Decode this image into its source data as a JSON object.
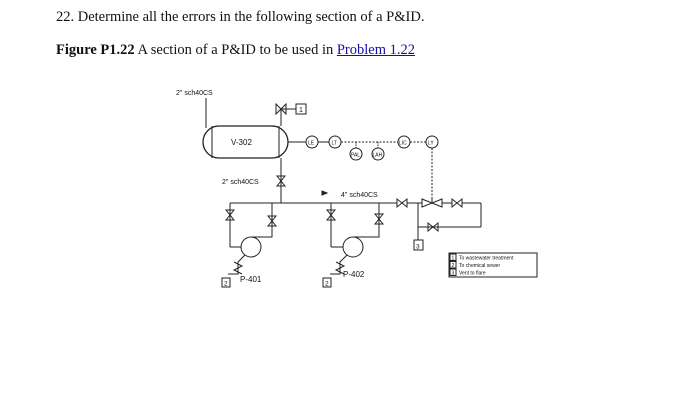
{
  "question": "22. Determine all the errors in the following section of a P&ID.",
  "figure": {
    "label": "Figure P1.22",
    "caption": " A section of a P&ID to be used in ",
    "link_text": "Problem 1.22"
  },
  "diagram": {
    "pipe_top": "2\" sch40CS",
    "pipe_mid": "2\" sch40CS",
    "pipe_right": "4\" sch40CS",
    "vessel": "V-302",
    "pump1": "P-401",
    "pump2": "P-402",
    "tag_vent": "1",
    "tag_p401": "2",
    "tag_p402": "2",
    "tag_right": "3",
    "instruments": [
      "LE",
      "LT",
      "LIC",
      "LY",
      "PAL",
      "LAH"
    ],
    "legend": [
      {
        "num": "1",
        "text": "To wastewater treatment"
      },
      {
        "num": "2",
        "text": "To chemical sewer"
      },
      {
        "num": "3",
        "text": "Vent to flare"
      }
    ]
  }
}
